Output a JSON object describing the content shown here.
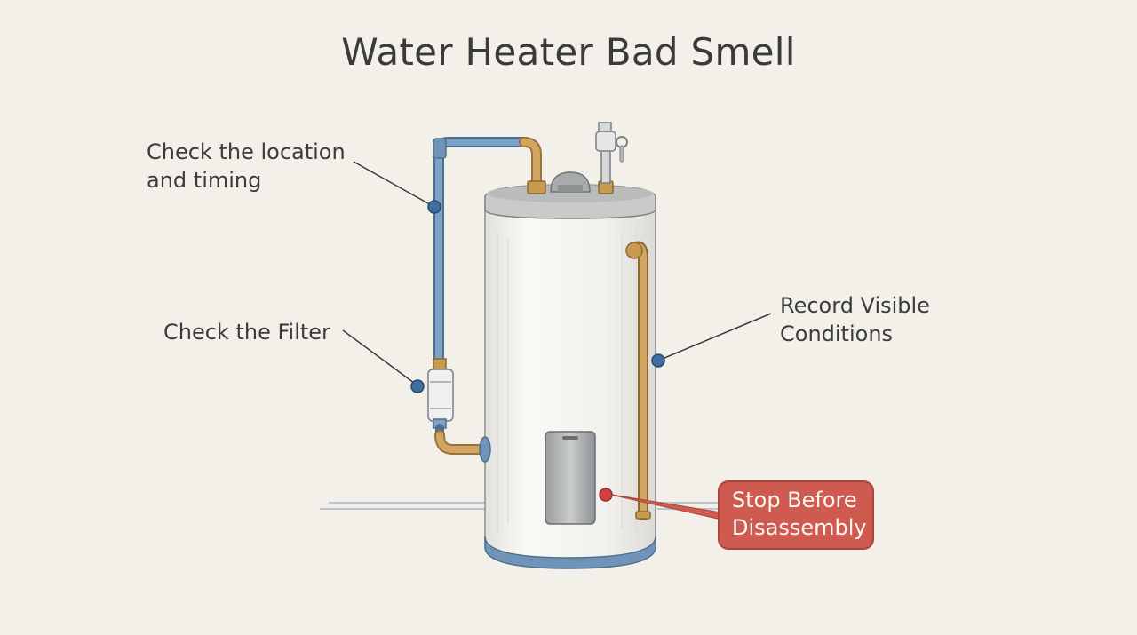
{
  "diagram": {
    "title": "Water Heater Bad Smell",
    "callouts": {
      "location_timing": {
        "line1": "Check the location",
        "line2": "and timing"
      },
      "filter": {
        "line1": "Check the Filter"
      },
      "record": {
        "line1": "Record Visible",
        "line2": "Conditions"
      },
      "stop": {
        "line1": "Stop Before",
        "line2": "Disassembly"
      }
    }
  },
  "colors": {
    "background": "#f2f0e9",
    "tank_body": "#f7f6f2",
    "tank_cap": "#c9cbc9",
    "cold_pipe": "#6f94b8",
    "hot_pipe": "#c9985a",
    "brass": "#c79a4f",
    "marker_blue": "#3e6f9e",
    "marker_red": "#d0413e",
    "stop_badge": "#cf5a50"
  }
}
